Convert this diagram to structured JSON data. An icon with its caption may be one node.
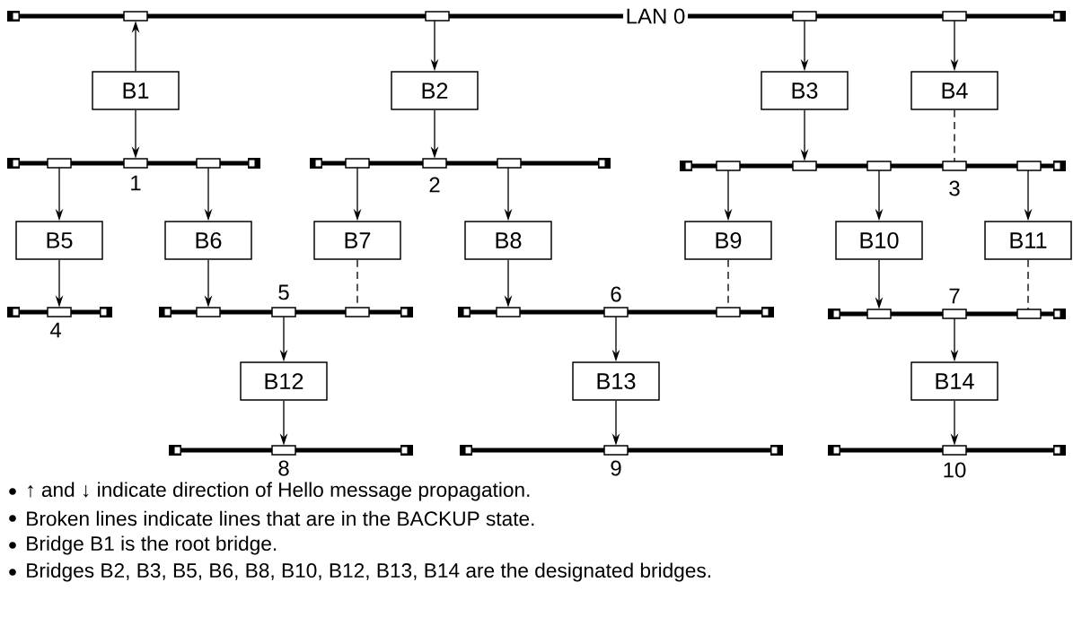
{
  "diagram": {
    "nodes": [
      {
        "text": [
          "LAN 0"
        ]
      },
      {
        "text": [
          "B1"
        ]
      },
      {
        "text": [
          "B2"
        ]
      },
      {
        "text": [
          "B3"
        ]
      },
      {
        "text": [
          "B4"
        ]
      },
      {
        "text": [],
        "shape": "bar",
        "beside": [
          "1"
        ]
      },
      {
        "text": [],
        "shape": "bar",
        "beside": [
          "2"
        ]
      },
      {
        "text": [],
        "shape": "bar",
        "beside": [
          "3"
        ]
      },
      {
        "text": [
          "B5"
        ]
      },
      {
        "text": [
          "B6"
        ]
      },
      {
        "text": [
          "B7"
        ]
      },
      {
        "text": [
          "B8"
        ]
      },
      {
        "text": [
          "B9"
        ]
      },
      {
        "text": [
          "B10"
        ]
      },
      {
        "text": [
          "B11"
        ]
      },
      {
        "text": [],
        "shape": "bar",
        "beside": [
          "4"
        ]
      },
      {
        "text": [],
        "shape": "bar",
        "beside": [
          "5"
        ]
      },
      {
        "text": [],
        "shape": "bar",
        "beside": [
          "6"
        ]
      },
      {
        "text": [],
        "shape": "bar",
        "beside": [
          "7"
        ]
      },
      {
        "text": [
          "B12"
        ]
      },
      {
        "text": [
          "B13"
        ]
      },
      {
        "text": [
          "B14"
        ]
      },
      {
        "text": [],
        "shape": "bar",
        "beside": [
          "8"
        ]
      },
      {
        "text": [],
        "shape": "bar",
        "beside": [
          "9"
        ]
      },
      {
        "text": [],
        "shape": "bar",
        "beside": [
          "10"
        ]
      }
    ],
    "edges": [
      {
        "from": 1,
        "to": 0,
        "arrow": "to"
      },
      {
        "from": 1,
        "to": 5,
        "arrow": "to"
      },
      {
        "from": 0,
        "to": 2,
        "arrow": "to"
      },
      {
        "from": 2,
        "to": 6,
        "arrow": "to"
      },
      {
        "from": 0,
        "to": 3,
        "arrow": "to"
      },
      {
        "from": 3,
        "to": 7,
        "arrow": "to"
      },
      {
        "from": 0,
        "to": 4,
        "arrow": "to"
      },
      {
        "from": 4,
        "to": 7,
        "arrow": "none",
        "style": "dashed"
      },
      {
        "from": 5,
        "to": 8,
        "arrow": "to"
      },
      {
        "from": 8,
        "to": 15,
        "arrow": "to"
      },
      {
        "from": 5,
        "to": 9,
        "arrow": "to"
      },
      {
        "from": 9,
        "to": 16,
        "arrow": "to"
      },
      {
        "from": 6,
        "to": 10,
        "arrow": "to"
      },
      {
        "from": 10,
        "to": 16,
        "arrow": "none",
        "style": "dashed"
      },
      {
        "from": 6,
        "to": 11,
        "arrow": "to"
      },
      {
        "from": 11,
        "to": 17,
        "arrow": "to"
      },
      {
        "from": 7,
        "to": 12,
        "arrow": "to"
      },
      {
        "from": 12,
        "to": 17,
        "arrow": "none",
        "style": "dashed"
      },
      {
        "from": 7,
        "to": 13,
        "arrow": "to"
      },
      {
        "from": 13,
        "to": 18,
        "arrow": "to"
      },
      {
        "from": 7,
        "to": 14,
        "arrow": "to"
      },
      {
        "from": 14,
        "to": 18,
        "arrow": "none",
        "style": "dashed"
      },
      {
        "from": 16,
        "to": 19,
        "arrow": "to"
      },
      {
        "from": 19,
        "to": 22,
        "arrow": "to"
      },
      {
        "from": 17,
        "to": 20,
        "arrow": "to"
      },
      {
        "from": 20,
        "to": 23,
        "arrow": "to"
      },
      {
        "from": 18,
        "to": 21,
        "arrow": "to"
      },
      {
        "from": 21,
        "to": 24,
        "arrow": "to"
      }
    ],
    "labels": [
      "↑ and ↓ indicate direction of Hello message propagation.",
      "Broken lines indicate lines that are in the BACKUP state.",
      "Bridge B1 is the root bridge.",
      "Bridges B2, B3, B5, B6, B8, B10, B12, B13, B14 are the designated bridges."
    ]
  }
}
